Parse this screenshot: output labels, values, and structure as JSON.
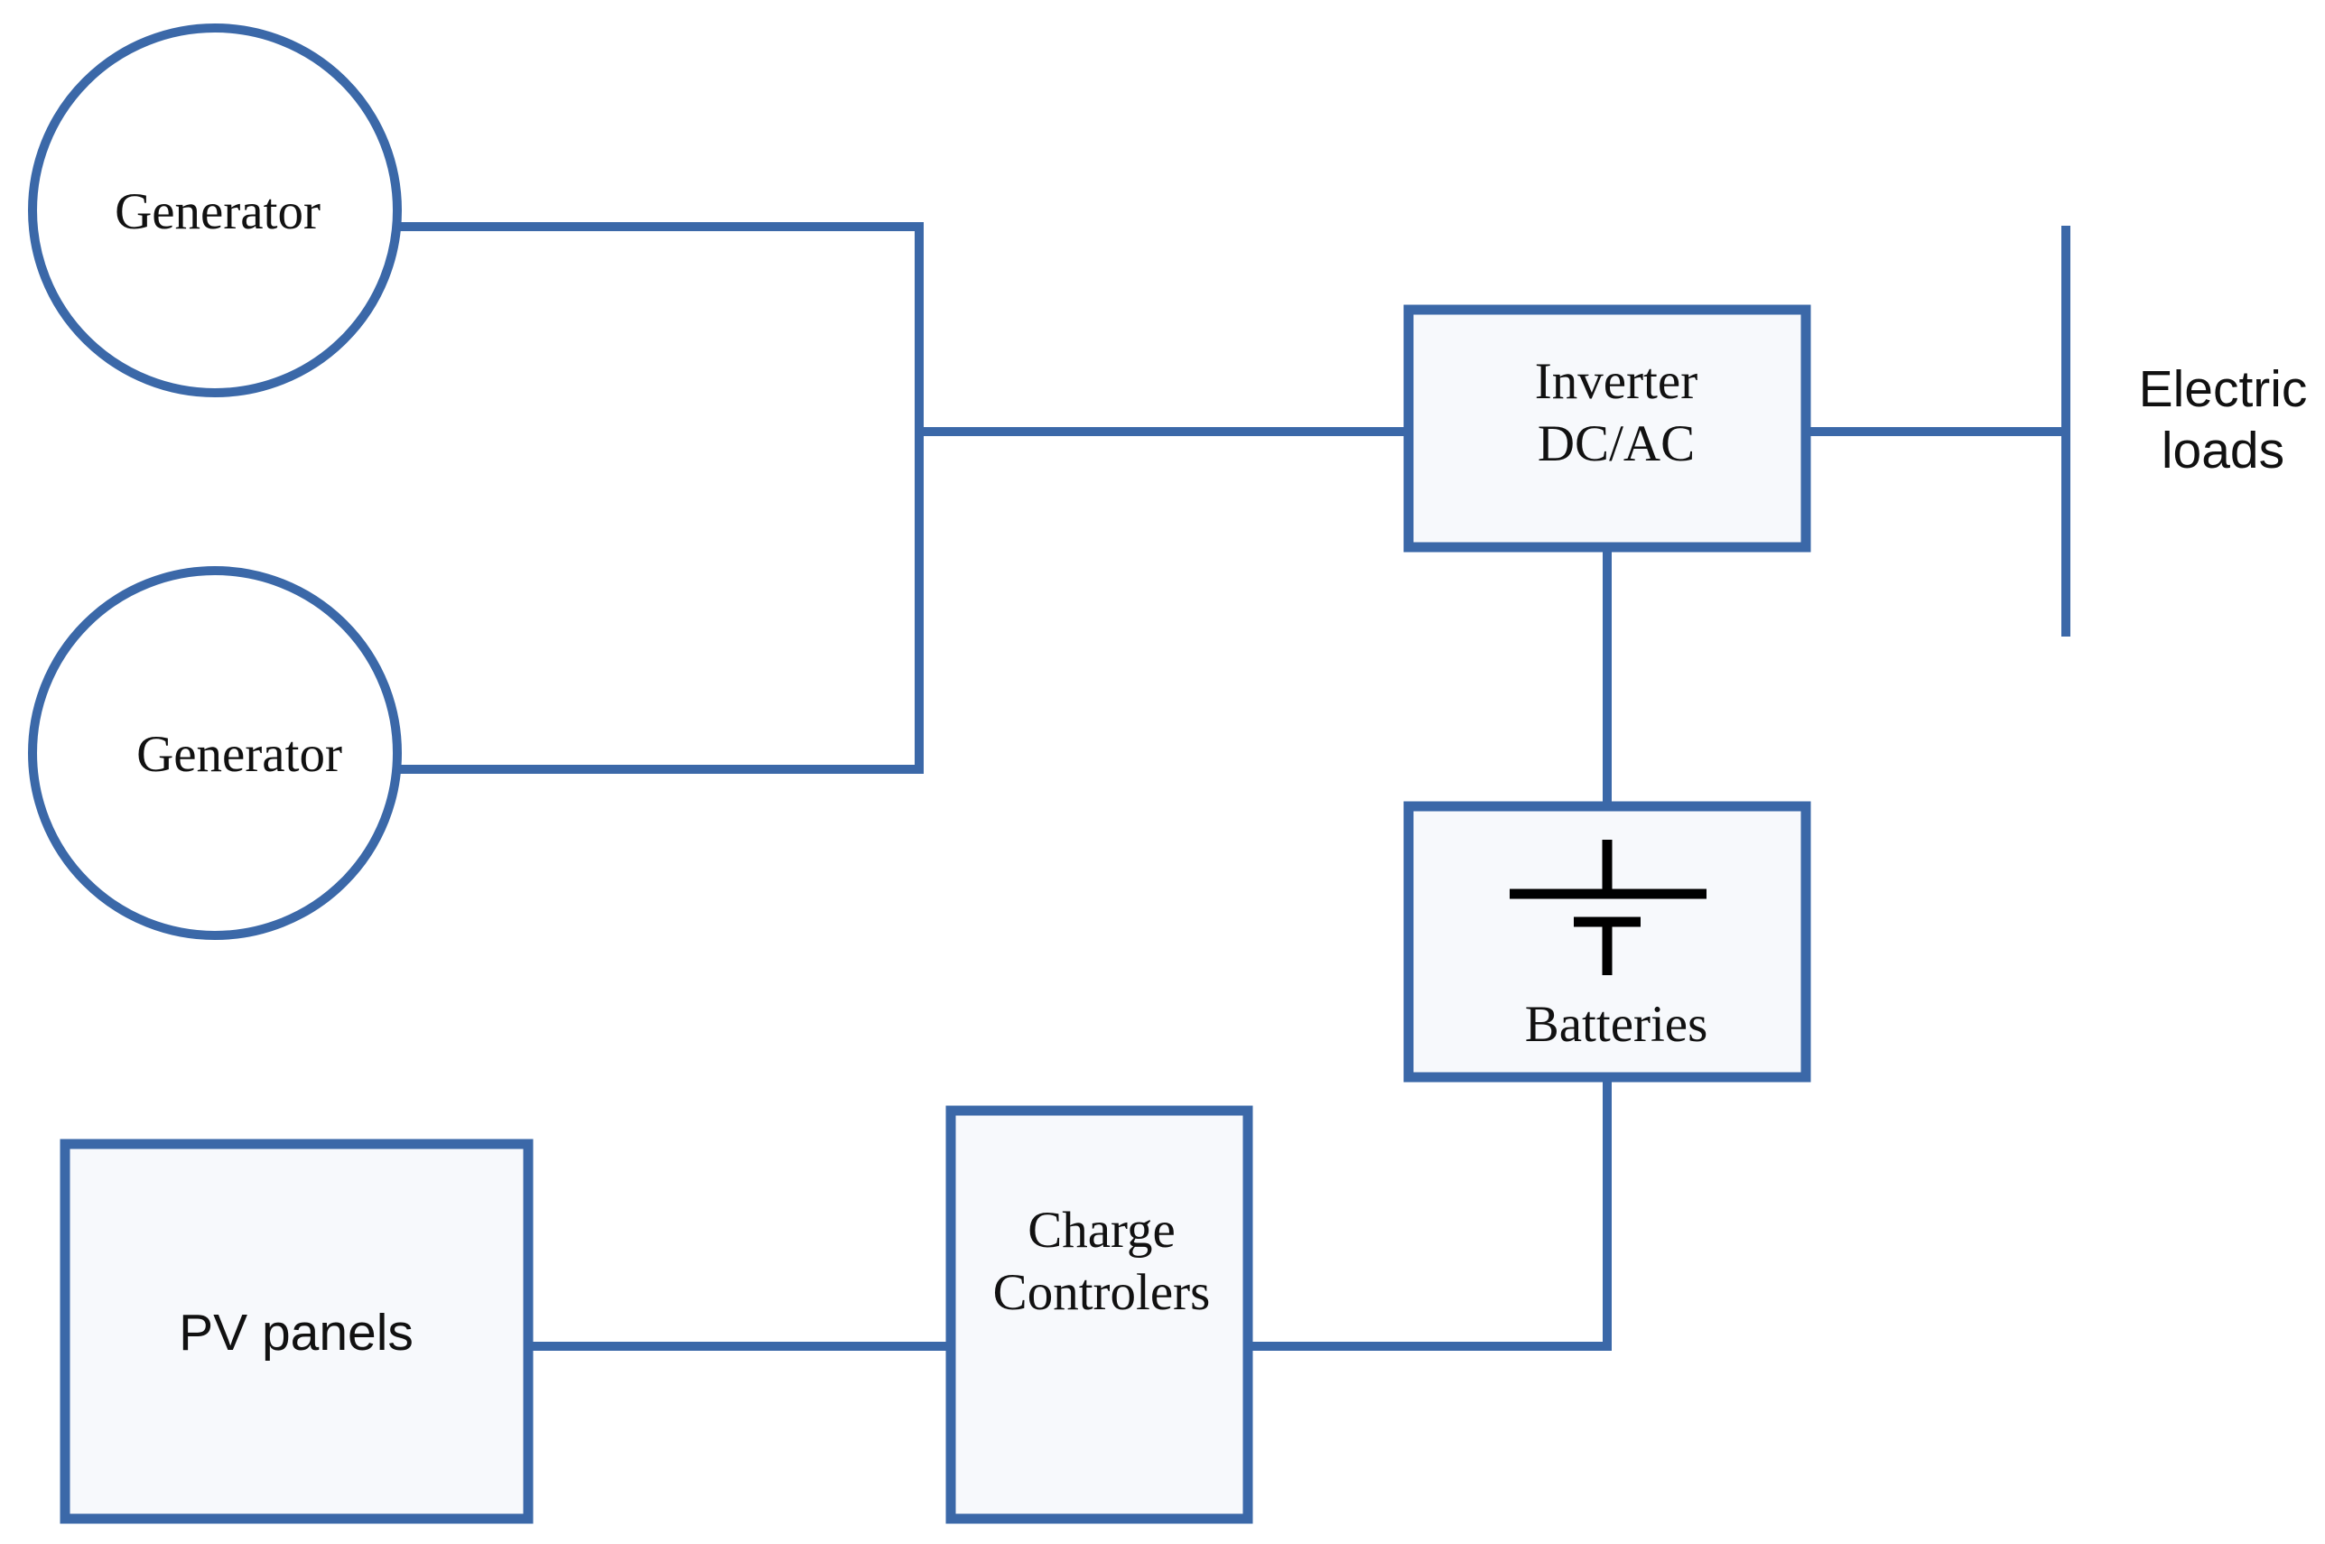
{
  "diagram": {
    "nodes": {
      "generator_top": {
        "label": "Generator"
      },
      "generator_bottom": {
        "label": "Generator"
      },
      "inverter": {
        "line1": "Inverter",
        "line2": "DC/AC"
      },
      "batteries": {
        "label": "Batteries"
      },
      "pv_panels": {
        "label": "PV panels"
      },
      "charge_controllers": {
        "line1": "Charge",
        "line2": "Controlers"
      },
      "electric_loads": {
        "line1": "Electric",
        "line2": "loads"
      }
    },
    "colors": {
      "connector": "#3b68a8",
      "box_fill": "#f7f9fc",
      "battery_symbol": "#000000",
      "text": "#111111"
    }
  }
}
